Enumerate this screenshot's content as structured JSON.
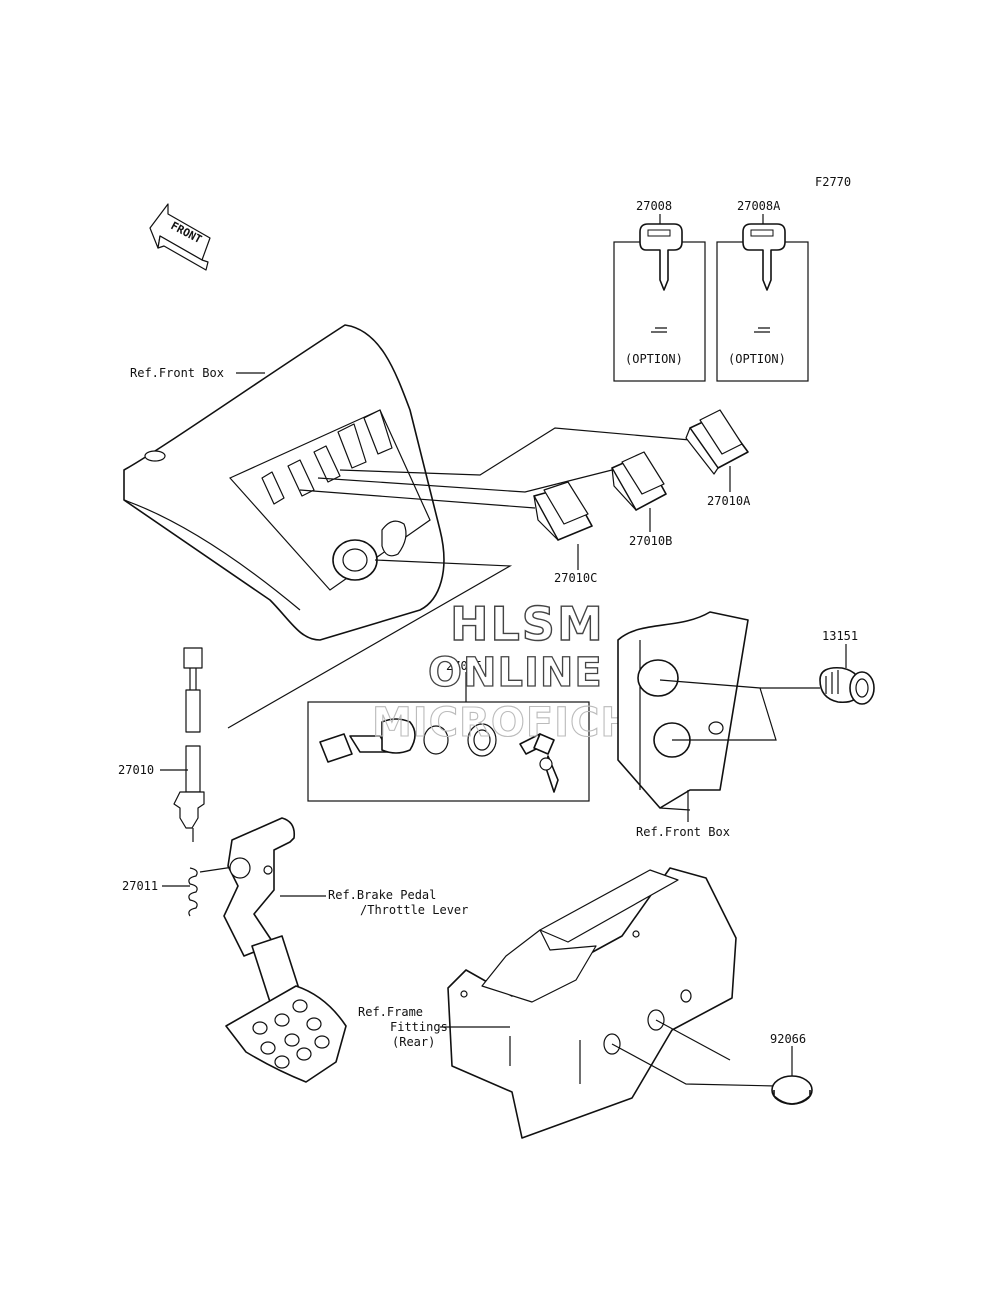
{
  "figure_code": "F2770",
  "front_arrow_label": "FRONT",
  "watermark": {
    "line1": "HLSM",
    "line2": "ONLINE",
    "line3": "MICROFICHE"
  },
  "parts": {
    "key_a_number": "27008",
    "key_a_note": "(OPTION)",
    "key_b_number": "27008A",
    "key_b_note": "(OPTION)",
    "switch_a": "27010A",
    "switch_b": "27010B",
    "switch_c": "27010C",
    "socket": "13151",
    "ignition_switch": "27005",
    "brake_switch": "27010",
    "spring": "27011",
    "cap": "92066"
  },
  "references": {
    "front_box_top": "Ref.Front Box",
    "front_box_right": "Ref.Front Box",
    "brake_pedal_line1": "Ref.Brake Pedal",
    "brake_pedal_line2": "/Throttle Lever",
    "frame_line1": "Ref.Frame",
    "frame_line2": "Fittings",
    "frame_line3": "(Rear)"
  }
}
